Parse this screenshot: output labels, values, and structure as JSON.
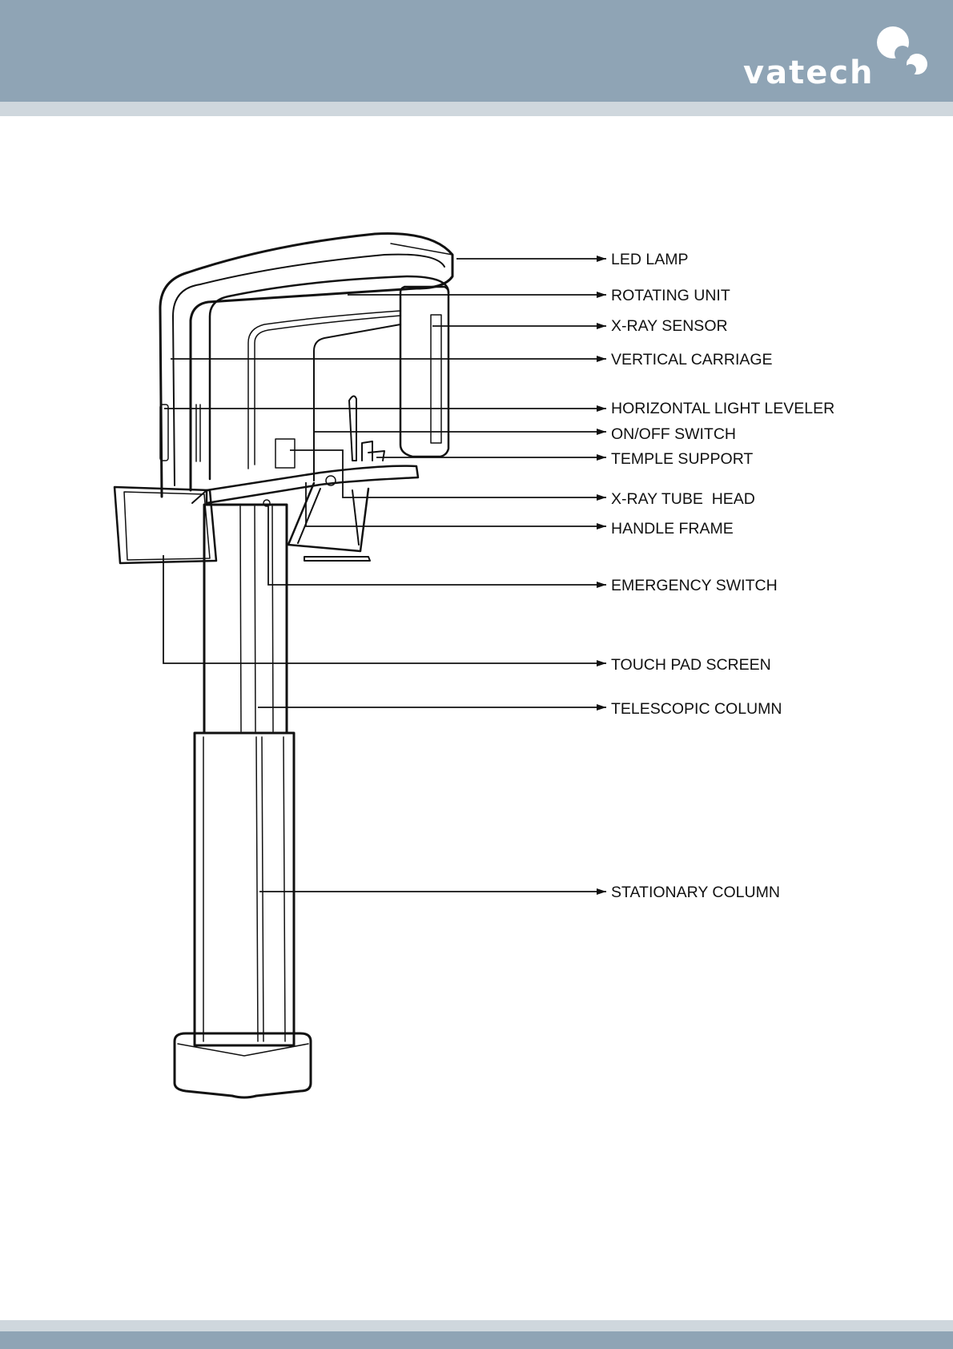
{
  "brand": {
    "name": "vatech",
    "colors": {
      "header": "#8fa4b5",
      "stripe": "#cfd7dd",
      "line": "#111111"
    }
  },
  "labels": [
    "LED LAMP",
    "ROTATING UNIT",
    "X-RAY SENSOR",
    "VERTICAL CARRIAGE",
    "HORIZONTAL LIGHT LEVELER",
    "ON/OFF SWITCH",
    "TEMPLE SUPPORT",
    "X-RAY TUBE  HEAD",
    "HANDLE FRAME",
    "EMERGENCY SWITCH",
    "TOUCH PAD SCREEN",
    "TELESCOPIC COLUMN",
    "STATIONARY COLUMN"
  ]
}
